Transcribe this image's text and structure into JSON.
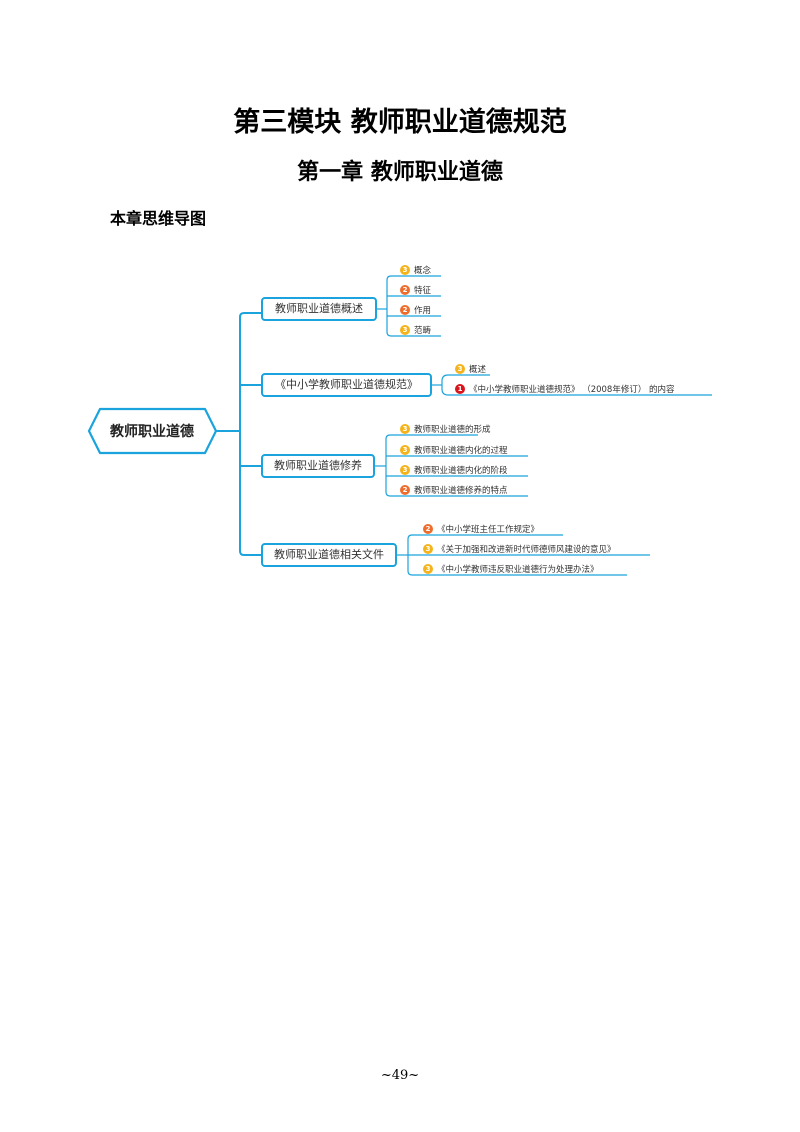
{
  "document": {
    "module_title": "第三模块  教师职业道德规范",
    "chapter_title": "第一章  教师职业道德",
    "section_title": "本章思维导图",
    "page_number": "~49~"
  },
  "colors": {
    "line": "#1aa3dc",
    "importance_1": "#d9141b",
    "importance_2": "#ee6c2c",
    "importance_3": "#f5b31b"
  },
  "mindmap": {
    "root": "教师职业道德",
    "branches": [
      {
        "label": "教师职业道德概述",
        "leaves": [
          {
            "badge": "3",
            "label": "概念"
          },
          {
            "badge": "2",
            "label": "特征"
          },
          {
            "badge": "2",
            "label": "作用"
          },
          {
            "badge": "3",
            "label": "范畴"
          }
        ]
      },
      {
        "label": "《中小学教师职业道德规范》",
        "leaves": [
          {
            "badge": "3",
            "label": "概述"
          },
          {
            "badge": "1",
            "label": "《中小学教师职业道德规范》 （2008年修订） 的内容"
          }
        ]
      },
      {
        "label": "教师职业道德修养",
        "leaves": [
          {
            "badge": "3",
            "label": "教师职业道德的形成"
          },
          {
            "badge": "3",
            "label": "教师职业道德内化的过程"
          },
          {
            "badge": "3",
            "label": "教师职业道德内化的阶段"
          },
          {
            "badge": "2",
            "label": "教师职业道德修养的特点"
          }
        ]
      },
      {
        "label": "教师职业道德相关文件",
        "leaves": [
          {
            "badge": "2",
            "label": "《中小学班主任工作规定》"
          },
          {
            "badge": "3",
            "label": "《关于加强和改进新时代师德师风建设的意见》"
          },
          {
            "badge": "3",
            "label": "《中小学教师违反职业道德行为处理办法》"
          }
        ]
      }
    ]
  }
}
